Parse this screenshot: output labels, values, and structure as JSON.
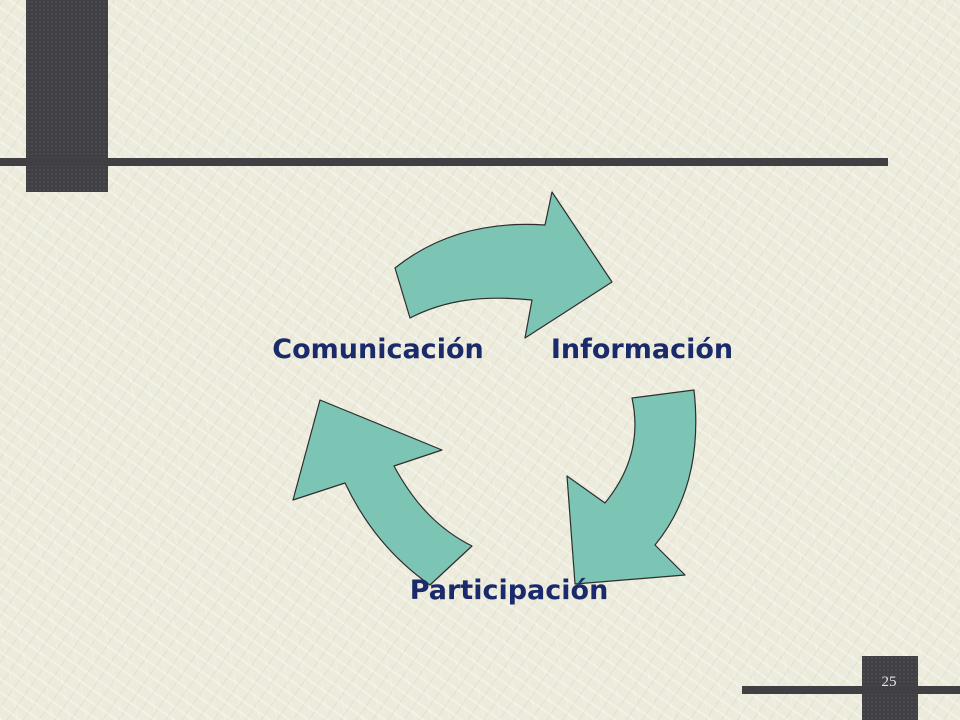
{
  "slide": {
    "number": "25"
  },
  "theme": {
    "arrow_fill": "#7cc4b4",
    "arrow_stroke": "#2e2e2e",
    "label_color": "#1a2a6a",
    "decor_color": "#3f3f44"
  },
  "cycle": {
    "labels": {
      "informacion": "Información",
      "participacion": "Participación",
      "comunicacion": "Comunicación"
    }
  }
}
